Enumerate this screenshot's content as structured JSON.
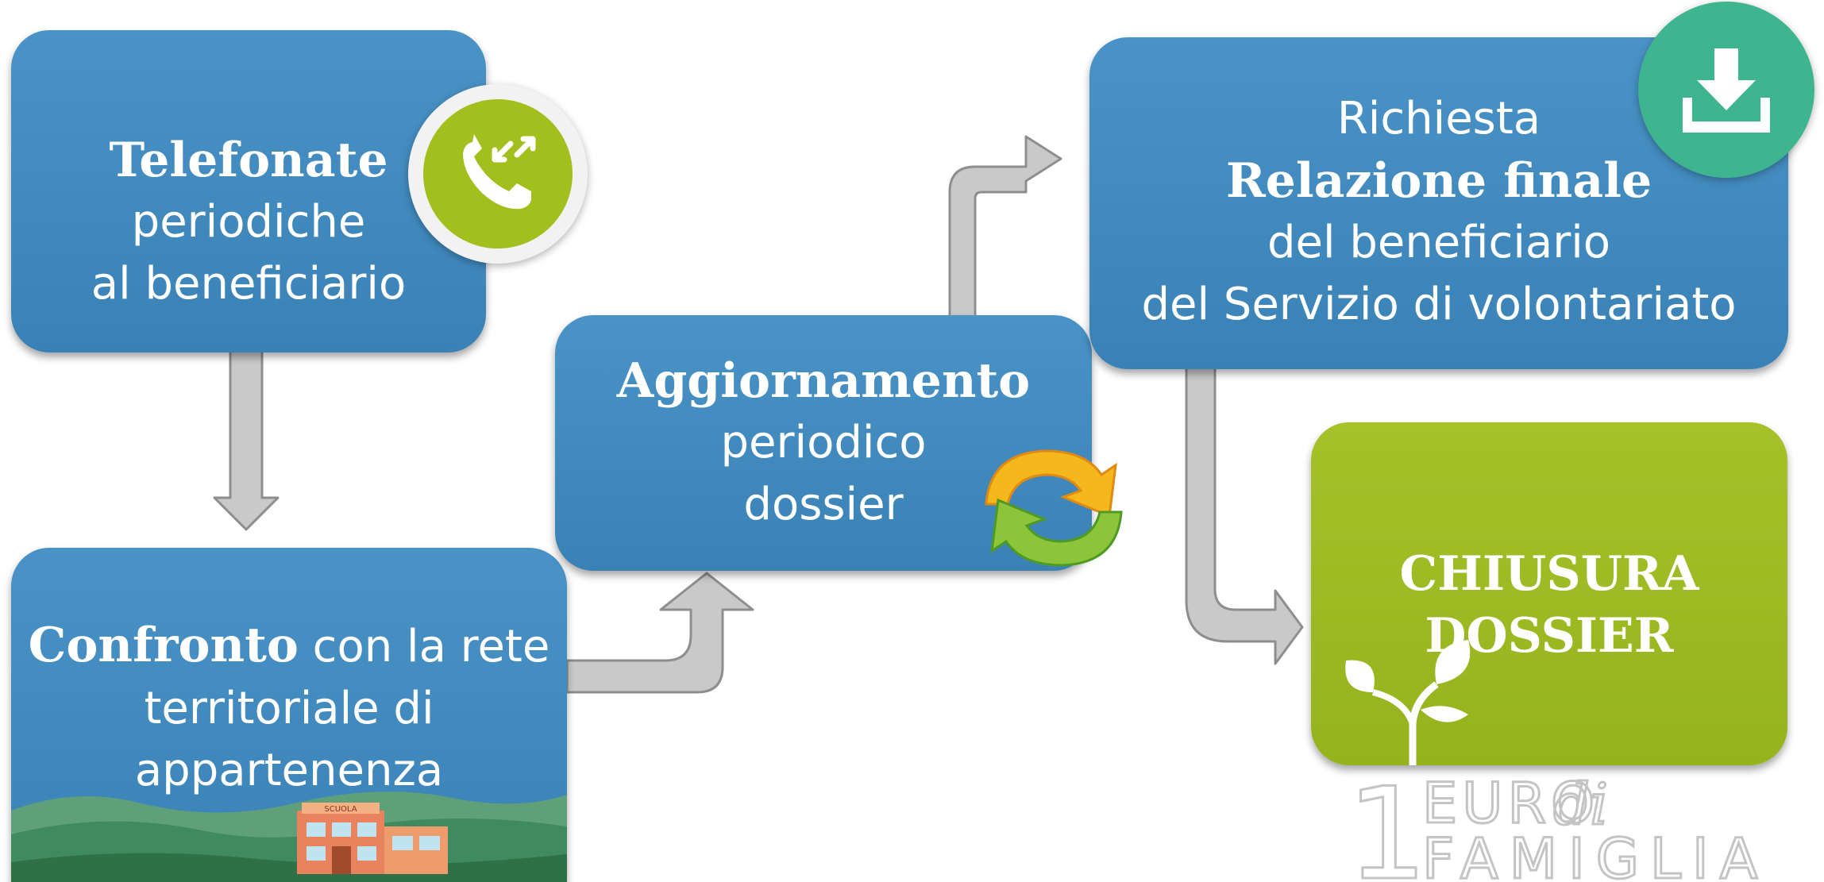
{
  "boxes": {
    "telefonate": {
      "bold": "Telefonate",
      "line2": "periodiche",
      "line3": "al beneficiario"
    },
    "confronto": {
      "bold": "Confronto",
      "rest": " con la rete",
      "line2": "territoriale di",
      "line3": "appartenenza"
    },
    "aggiornamento": {
      "bold": "Aggiornamento",
      "line2": "periodico",
      "line3": "dossier"
    },
    "richiesta": {
      "line1": "Richiesta",
      "bold": "Relazione finale",
      "line3": "del beneficiario",
      "line4": "del Servizio di volontariato"
    },
    "chiusura": {
      "line1": "CHIUSURA",
      "line2": "DOSSIER"
    }
  },
  "icons": [
    "phone-call-icon",
    "download-icon",
    "refresh-cycle-icon",
    "sprout-icon"
  ],
  "landscape": {
    "school_sign": "SCUOLA"
  },
  "logo": {
    "numeral": "1",
    "word1": "EURO",
    "script": "di",
    "word2": "FAMIGLIA"
  },
  "colors": {
    "box_blue": "#3f89bd",
    "box_green": "#9bb824",
    "arrow_gray": "#c8c8c8",
    "download_green": "#3fb58f"
  }
}
